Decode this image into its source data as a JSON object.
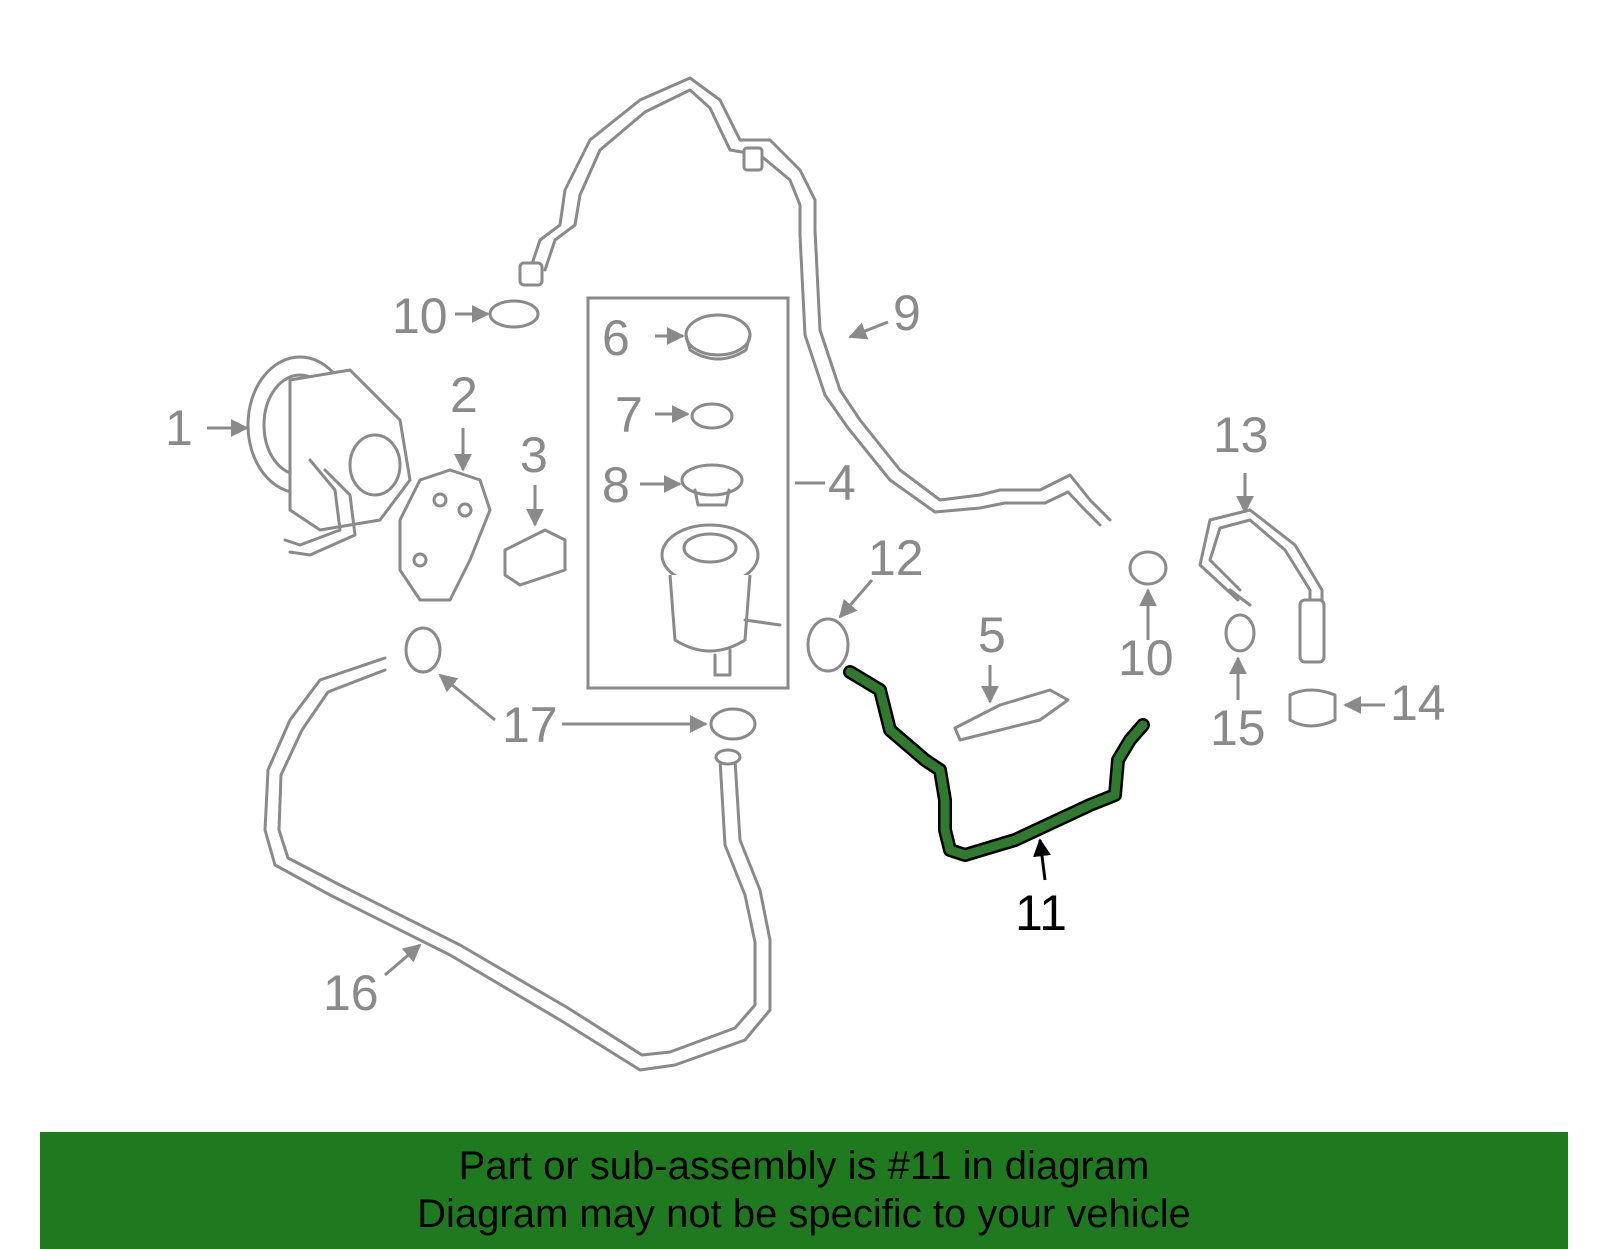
{
  "diagram": {
    "highlighted_part": "11",
    "highlight_color": "#2f7a2f",
    "line_color": "#8a8a8a",
    "callouts": {
      "c1": "1",
      "c2": "2",
      "c3": "3",
      "c4": "4",
      "c5": "5",
      "c6": "6",
      "c7": "7",
      "c8": "8",
      "c9": "9",
      "c10a": "10",
      "c10b": "10",
      "c11": "11",
      "c12": "12",
      "c13": "13",
      "c14": "14",
      "c15": "15",
      "c16": "16",
      "c17": "17"
    }
  },
  "banner": {
    "background": "#1f7a1f",
    "line1": "Part or sub-assembly is #11 in diagram",
    "line2": "Diagram may not be specific to your vehicle"
  }
}
